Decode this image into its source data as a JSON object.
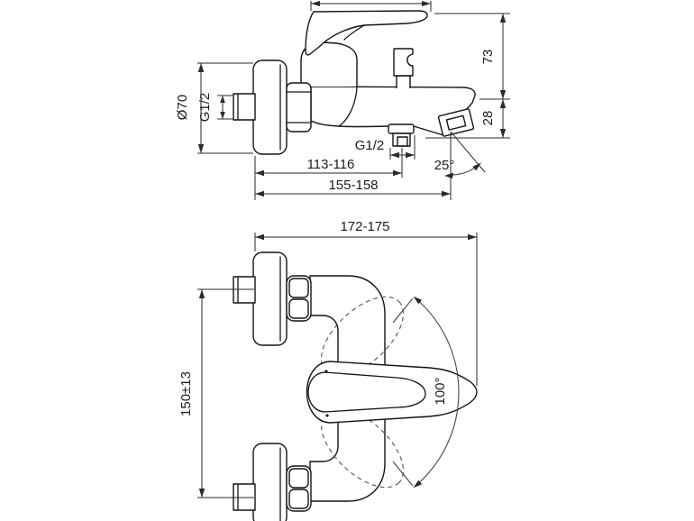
{
  "colors": {
    "line": "#141414",
    "dimension": "#2a2a2a",
    "dashed": "#555555",
    "background": "#ffffff"
  },
  "side_view": {
    "labels": {
      "flange_diameter": "Ø70",
      "inlet_thread": "G1/2",
      "hose_outlet_thread": "G1/2",
      "height_to_handle": "73",
      "spout_height": "28",
      "wall_to_hose_outlet": "113-116",
      "wall_to_spout_tip": "155-158",
      "spray_angle": "25°"
    }
  },
  "plan_view": {
    "labels": {
      "overall_projection": "172-175",
      "inlet_centres": "150±13",
      "handle_swing_angle": "100°"
    }
  }
}
